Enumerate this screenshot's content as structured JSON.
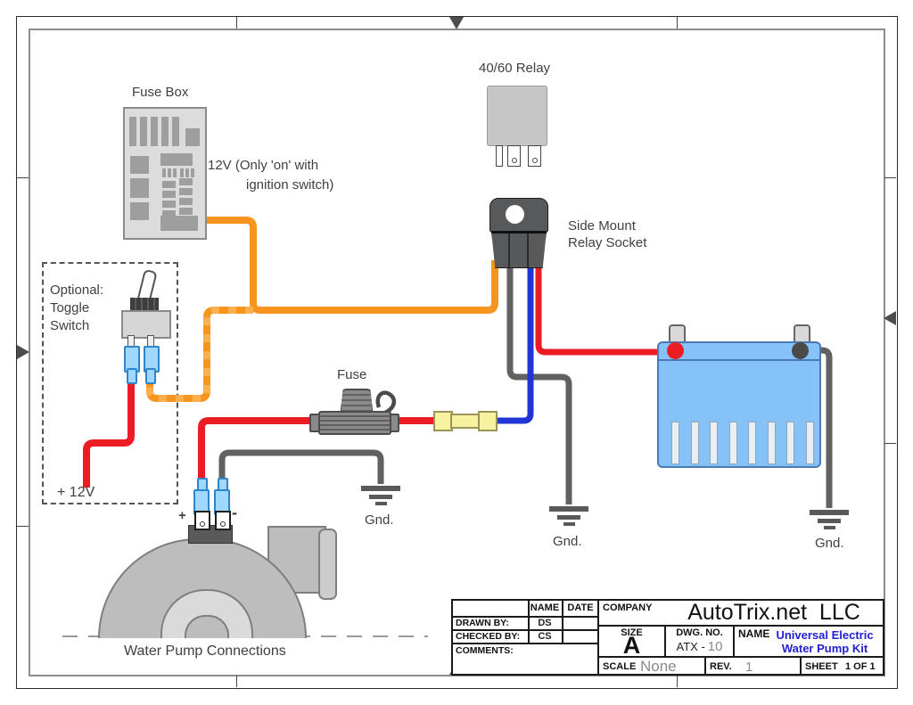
{
  "colors": {
    "wire_orange": "#F7941E",
    "wire_orange_dash": "#FBB050",
    "wire_red": "#EC1C24",
    "wire_blue": "#2135D6",
    "wire_gray": "#616161",
    "ground_symbol": "#58595b",
    "baseline_gray": "#999999",
    "connector_yellow": "#F6F2A0",
    "connector_blue": "#9FD7FF",
    "battery_blue": "#85C2F7",
    "accent_blue_text": "#2121D1"
  },
  "labels": {
    "fuse_box": "Fuse Box",
    "ignition_line1": "12V (Only 'on' with",
    "ignition_line2": "ignition switch)",
    "relay": "40/60 Relay",
    "socket_line1": "Side Mount",
    "socket_line2": "Relay Socket",
    "optional_line1": "Optional:",
    "optional_line2": "Toggle",
    "optional_line3": "Switch",
    "fuse": "Fuse",
    "plus_12v": "+ 12V",
    "pump_caption": "Water Pump Connections",
    "gnd_pump": "Gnd.",
    "gnd_socket": "Gnd.",
    "gnd_battery": "Gnd.",
    "terminal_plus": "+",
    "terminal_minus": "-"
  },
  "title_block": {
    "name_header": "NAME",
    "date_header": "DATE",
    "drawn_by_label": "DRAWN BY:",
    "drawn_by": "DS",
    "checked_by_label": "CHECKED BY:",
    "checked_by": "CS",
    "comments_label": "COMMENTS:",
    "company_label": "COMPANY",
    "company": "AutoTrix.net  LLC",
    "size_label": "SIZE",
    "size": "A",
    "dwg_label": "DWG. NO.",
    "dwg_prefix": "ATX -",
    "dwg_number": "10",
    "name_label": "NAME",
    "product_line1": "Universal Electric",
    "product_line2": "Water Pump Kit",
    "scale_label": "SCALE",
    "scale": "None",
    "rev_label": "REV.",
    "rev": "1",
    "sheet_label": "SHEET",
    "sheet": "1 OF 1"
  }
}
